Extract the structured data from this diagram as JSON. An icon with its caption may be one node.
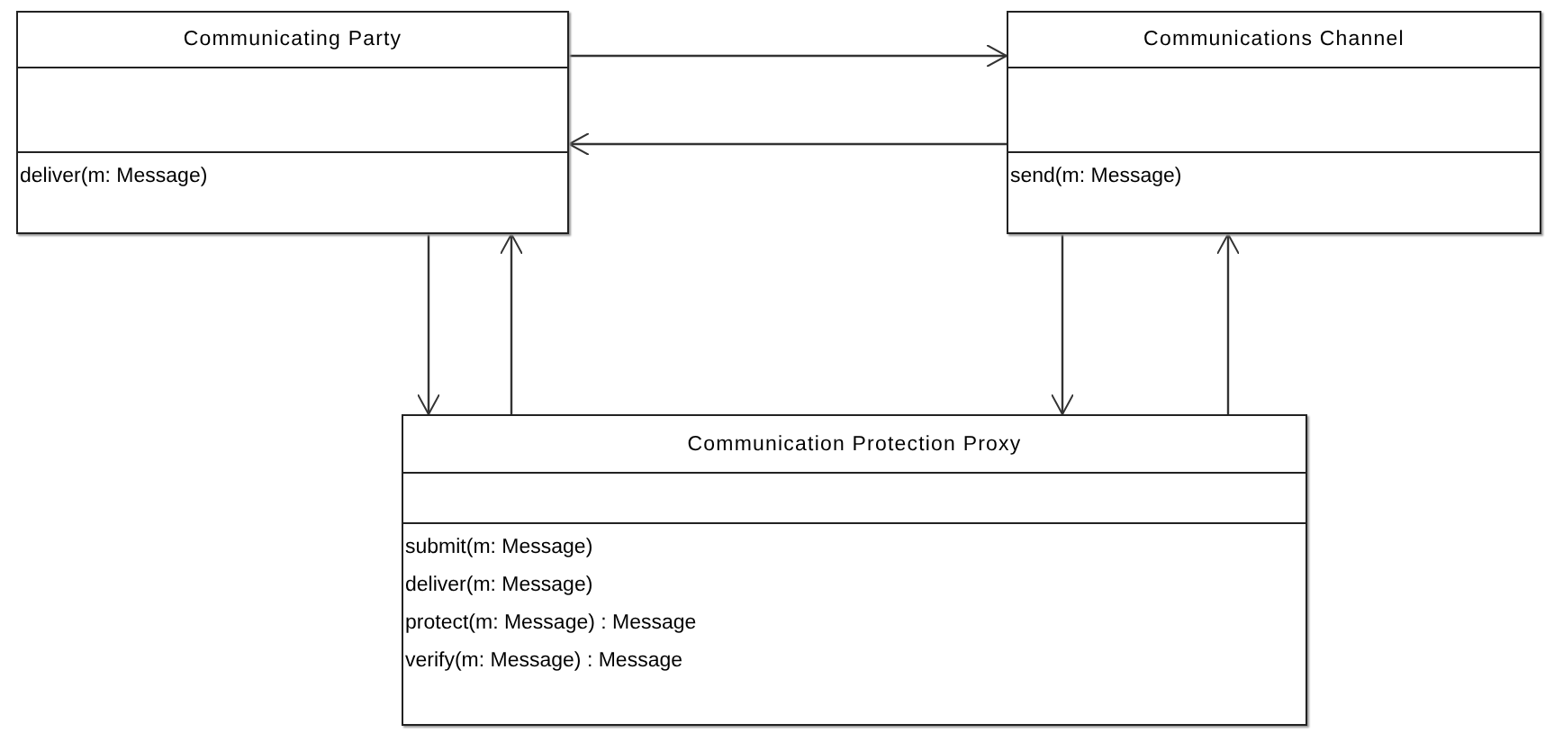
{
  "diagram": {
    "nodes": [
      {
        "text": [
          "Communicating Party",
          "deliver(m: Message)"
        ]
      },
      {
        "text": [
          "Communications Channel",
          "send(m: Message)"
        ]
      },
      {
        "text": [
          "Communication Protection Proxy",
          "submit(m: Message)",
          "deliver(m: Message)",
          "protect(m: Message) : Message",
          "verify(m: Message) : Message"
        ]
      }
    ],
    "edges": [
      {
        "from": 0,
        "to": 1,
        "arrow": "to"
      },
      {
        "from": 1,
        "to": 0,
        "arrow": "to"
      },
      {
        "from": 0,
        "to": 2,
        "arrow": "to"
      },
      {
        "from": 2,
        "to": 0,
        "arrow": "to"
      },
      {
        "from": 1,
        "to": 2,
        "arrow": "to"
      },
      {
        "from": 2,
        "to": 1,
        "arrow": "to"
      }
    ]
  }
}
